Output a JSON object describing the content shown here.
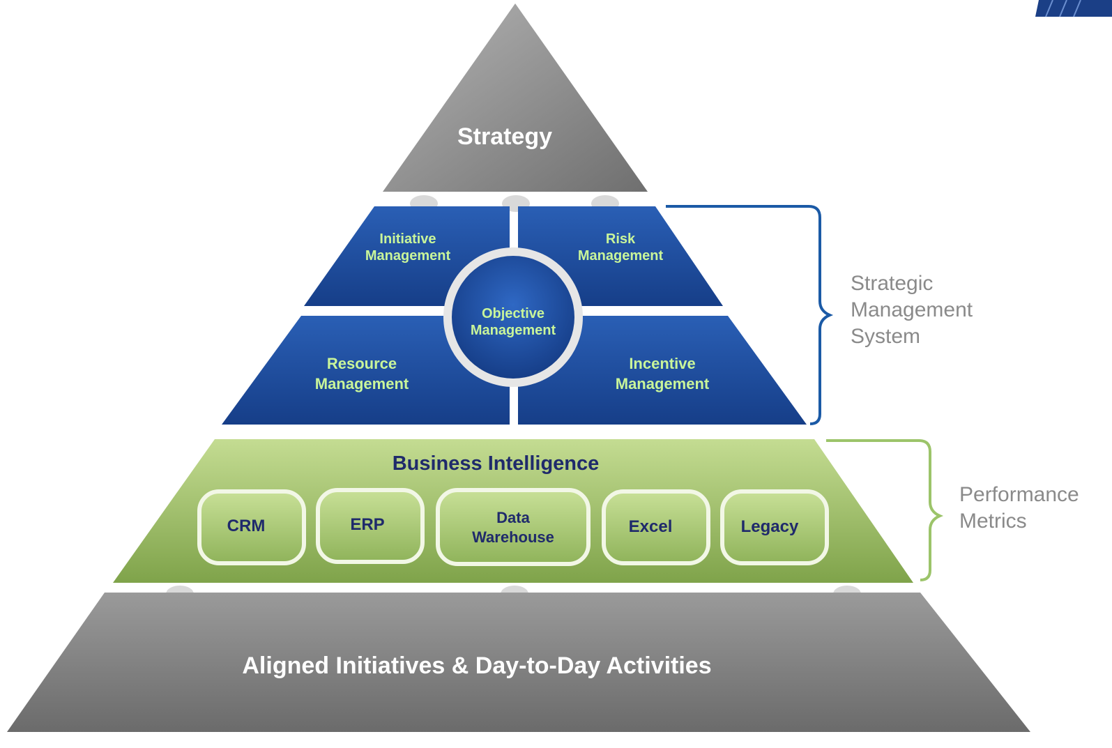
{
  "tiers": {
    "top": {
      "title": "Strategy"
    },
    "middle": {
      "objective": {
        "line1": "Objective",
        "line2": "Management"
      },
      "initiative": {
        "line1": "Initiative",
        "line2": "Management"
      },
      "risk": {
        "line1": "Risk",
        "line2": "Management"
      },
      "resource": {
        "line1": "Resource",
        "line2": "Management"
      },
      "incentive": {
        "line1": "Incentive",
        "line2": "Management"
      }
    },
    "bi": {
      "title": "Business Intelligence",
      "sources": [
        {
          "label": "CRM"
        },
        {
          "label": "ERP"
        },
        {
          "line1": "Data",
          "line2": "Warehouse"
        },
        {
          "label": "Excel"
        },
        {
          "label": "Legacy"
        }
      ]
    },
    "base": {
      "title": "Aligned Initiatives & Day-to-Day Activities"
    }
  },
  "brackets": {
    "strategic": {
      "line1": "Strategic",
      "line2": "Management",
      "line3": "System",
      "color": "#1b5aa6"
    },
    "performance": {
      "line1": "Performance",
      "line2": "Metrics",
      "color": "#9cc46a"
    }
  },
  "colors": {
    "gray": "#8c8c8c",
    "blue": "#1f4fa0",
    "green": "#a9c86a",
    "mgmt_text": "#c9f59a",
    "dark_text": "#1f2a6b",
    "side_text": "#8a8a8a"
  }
}
